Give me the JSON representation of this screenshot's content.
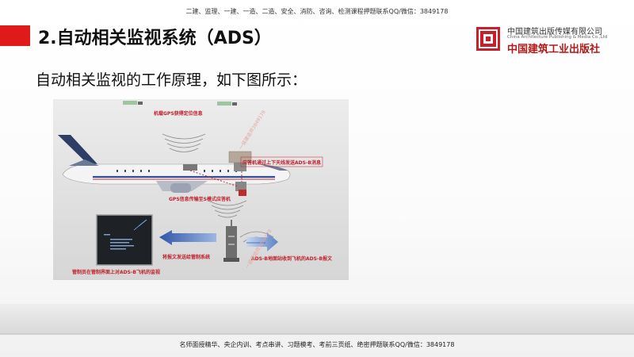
{
  "header": {
    "top_note": "二建、监理、一建、一造、二造、安全、消防、咨询、检测课程押题联系QQ/微信：3849178",
    "title": "2.自动相关监视系统（ADS）",
    "subtitle": "自动相关监视的工作原理，如下图所示："
  },
  "publisher": {
    "name_cn": "中国建筑出版传媒有限公司",
    "name_en": "China Architecture Publishing & Media Co.,Ltd",
    "name_script": "中国建筑工业出版社"
  },
  "diagram": {
    "labels": {
      "gps": "机载GPS获得定位信息",
      "broadcast": "应答机通过上下天线发送ADS-B消息",
      "transfer": "GPS信息传输至S模式应答机",
      "ground": "ADS-B地面站收到飞机的ADS-B报文",
      "send": "将报文发送给管制系统",
      "monitor": "管制员在管制界面上对ADS-B飞机的监视"
    },
    "watermarks": [
      "一级建造师3849178",
      "一级建造师3849178"
    ]
  },
  "footer": {
    "note": "名师面授精华、央企内训、考点串讲、习题模考、考前三页纸、绝密押题联系QQ/微信：3849178"
  },
  "colors": {
    "accent_red": "#e01a1a",
    "label_red": "#c0202c",
    "arrow_blue": "#3f67b5"
  }
}
